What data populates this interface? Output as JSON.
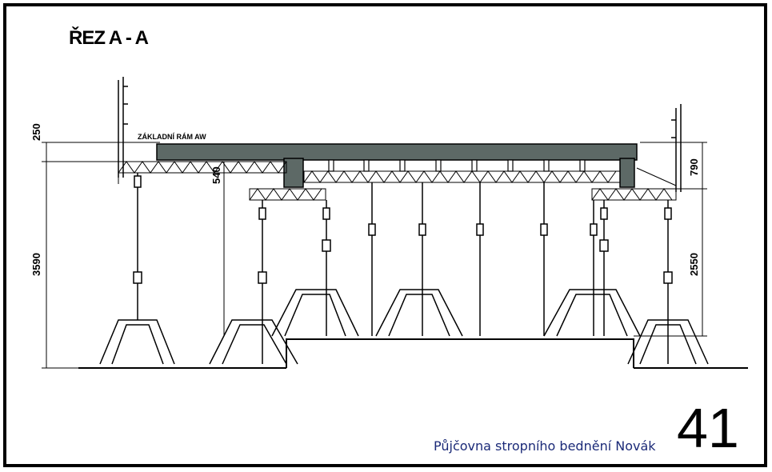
{
  "section_title": "ŘEZ A - A",
  "frame_label": "ZÁKLADNÍ RÁM AW",
  "dimensions": {
    "d250": "250",
    "d3590": "3590",
    "d540": "540",
    "d790": "790",
    "d2550": "2550"
  },
  "company": "Půjčovna stropního bednění Novák",
  "page_number": "41",
  "colors": {
    "slab": "#5d6966",
    "line": "#000000",
    "company_text": "#1b2a78"
  }
}
